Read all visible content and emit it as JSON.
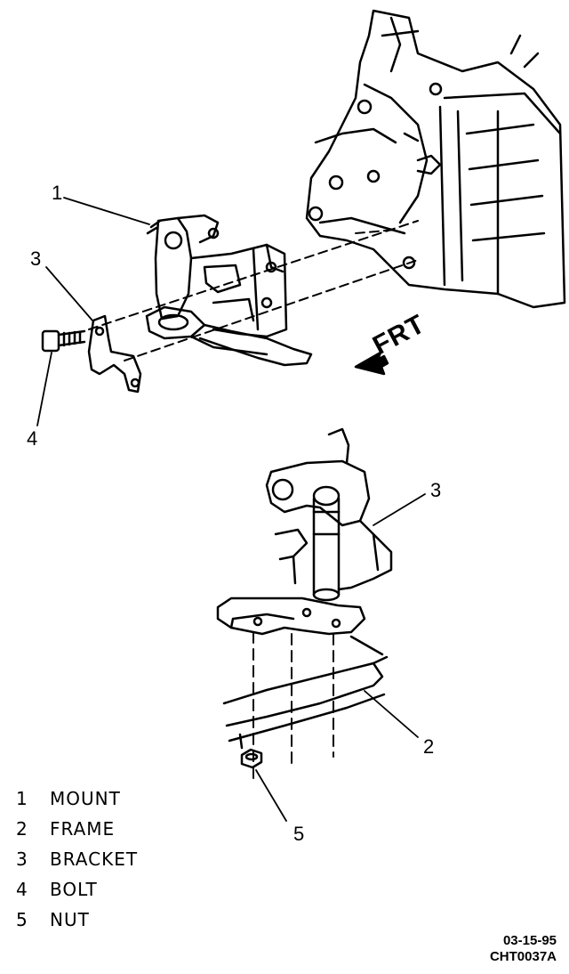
{
  "callouts": {
    "top_mount": "1",
    "top_bracket": "3",
    "top_bolt": "4",
    "bottom_bracket": "3",
    "bottom_frame": "2",
    "bottom_nut": "5"
  },
  "direction_label": "FRT",
  "legend": [
    {
      "num": "1",
      "name": "MOUNT"
    },
    {
      "num": "2",
      "name": "FRAME"
    },
    {
      "num": "3",
      "name": "BRACKET"
    },
    {
      "num": "4",
      "name": "BOLT"
    },
    {
      "num": "5",
      "name": "NUT"
    }
  ],
  "footer": {
    "date": "03-15-95",
    "code": "CHT0037A"
  }
}
